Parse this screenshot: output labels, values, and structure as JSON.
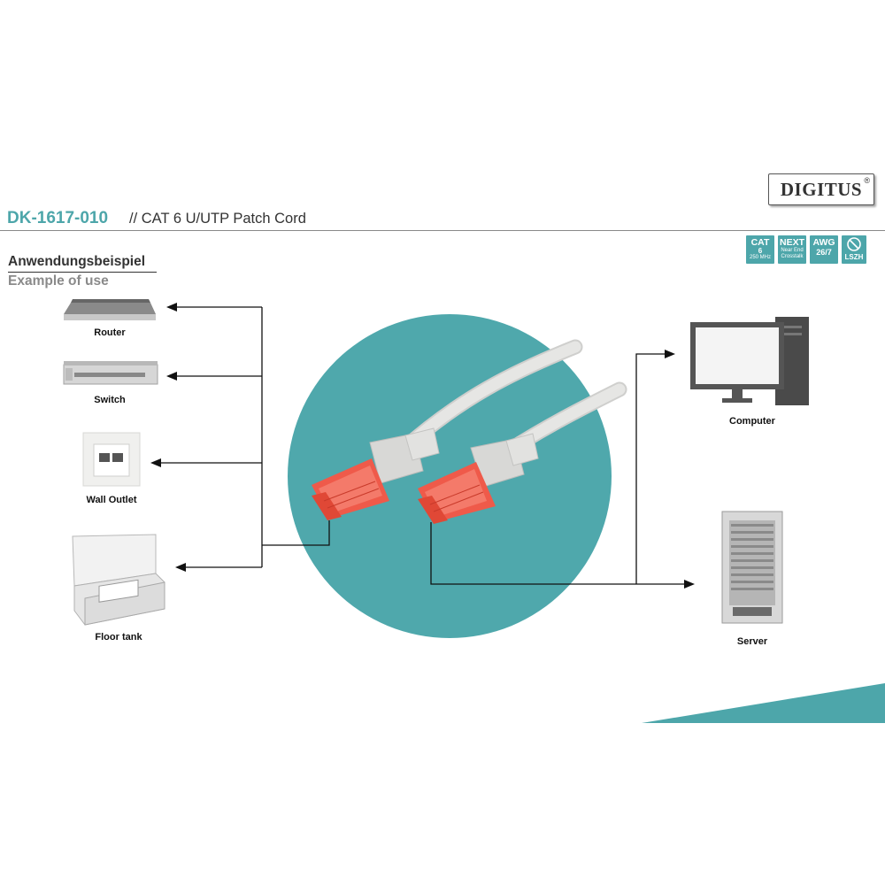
{
  "brand": {
    "logo_text": "DIGITUS",
    "registered_mark": "®"
  },
  "product": {
    "sku": "DK-1617-010",
    "title": "// CAT 6 U/UTP Patch Cord"
  },
  "badges": [
    {
      "top": "CAT",
      "middle": "6",
      "bottom": "250 MHz"
    },
    {
      "top": "NEXT",
      "middle": "Near End",
      "bottom": "Crosstalk"
    },
    {
      "top": "AWG",
      "middle": "",
      "bottom": "26/7"
    },
    {
      "top": "",
      "middle": "",
      "bottom": "LSZH"
    }
  ],
  "section": {
    "heading_de": "Anwendungsbeispiel",
    "heading_en": "Example of use"
  },
  "devices": {
    "router": "Router",
    "switch": "Switch",
    "wall_outlet": "Wall Outlet",
    "floor_tank": "Floor tank",
    "computer": "Computer",
    "server": "Server"
  },
  "colors": {
    "accent": "#4da6aa",
    "connector": "#ef5a4a",
    "cable": "#e4e4e2",
    "text": "#333333"
  }
}
